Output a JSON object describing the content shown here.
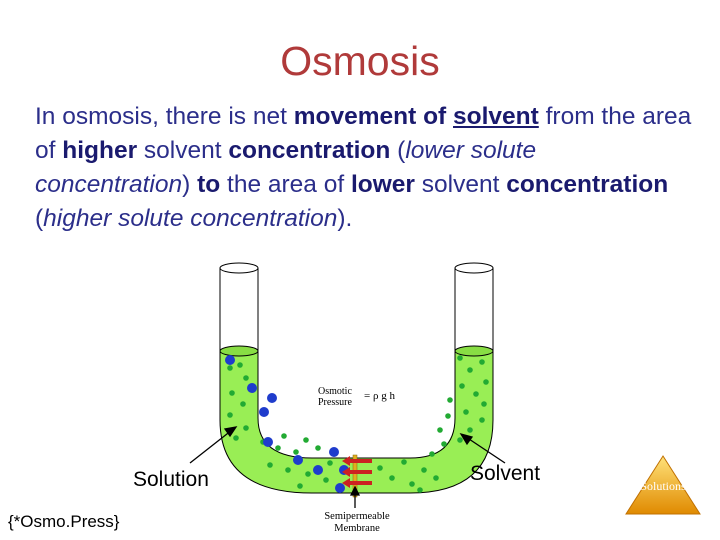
{
  "title": "Osmosis",
  "body": {
    "s1": "In osmosis, there is net ",
    "s2": "movement of ",
    "s3": "solvent",
    "s4": " from the area of ",
    "s5": "higher",
    "s6": " solvent ",
    "s7": "concentration",
    "s8": " (",
    "s9": "lower solute concentration",
    "s10": ") ",
    "s11": "to",
    "s12": " the area of ",
    "s13": "lower",
    "s14": " solvent ",
    "s15": "concentration",
    "s16": " (",
    "s17": "higher solute concentration",
    "s18": ")."
  },
  "diagram": {
    "osmotic_line1": "Osmotic",
    "osmotic_line2": "Pressure",
    "osmotic_equation": "= ρ g h",
    "solution_label": "Solution",
    "solvent_label": "Solvent",
    "membrane_line1": "Semipermeable",
    "membrane_line2": "Membrane",
    "liquid_color": "#99ee55",
    "solvent_dot_color": "#22aa33",
    "solute_dot_color": "#1f3ccc",
    "arrow_color": "#cc2222"
  },
  "footer_left": "{*Osmo.Press}",
  "badge_text": "Solutions"
}
